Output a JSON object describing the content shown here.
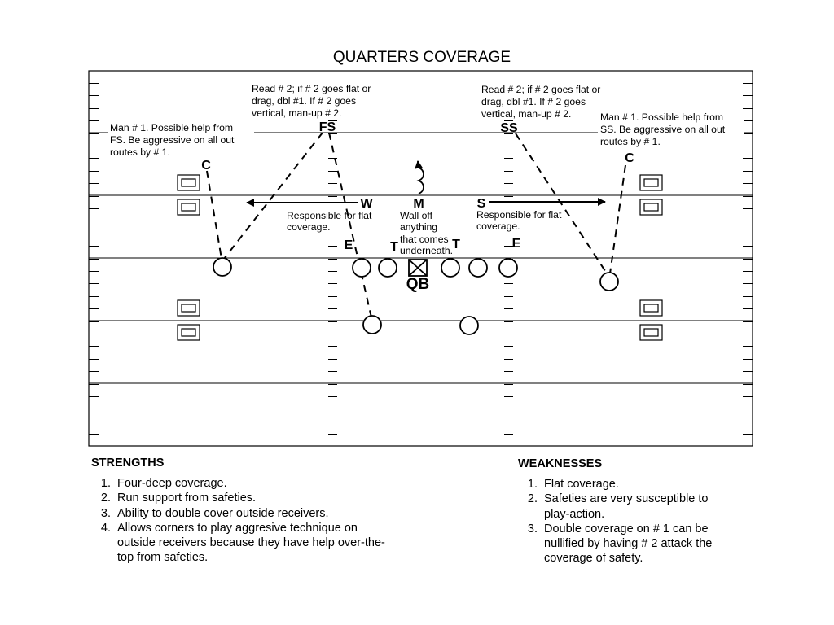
{
  "title": "QUARTERS COVERAGE",
  "notes": {
    "fs_read": [
      "Read # 2; if # 2 goes flat or",
      "drag, dbl #1.  If # 2 goes",
      "vertical, man-up # 2."
    ],
    "ss_read": [
      "Read # 2; if # 2 goes flat or",
      "drag, dbl #1.  If # 2 goes",
      "vertical, man-up # 2."
    ],
    "left_corner": [
      "Man # 1.  Possible help from",
      "FS.  Be aggressive on all out",
      "routes by # 1."
    ],
    "right_corner": [
      "Man # 1.  Possible help from",
      "SS.  Be aggressive on all out",
      "routes by # 1."
    ],
    "w_flat": [
      "Responsible for flat",
      "coverage."
    ],
    "s_flat": [
      "Responsible for flat",
      "coverage."
    ],
    "m_wall": [
      "Wall off",
      "anything",
      "that comes",
      "underneath."
    ]
  },
  "positions": {
    "fs": "FS",
    "ss": "SS",
    "corner_left": "C",
    "corner_right": "C",
    "w": "W",
    "m": "M",
    "s": "S",
    "end_left": "E",
    "end_right": "E",
    "tackle_left": "T",
    "tackle_right": "T",
    "qb": "QB"
  },
  "strengths": {
    "heading": "STRENGTHS",
    "items": [
      "Four-deep coverage.",
      "Run support from safeties.",
      "Ability to double cover outside receivers.",
      "Allows corners to play aggresive technique on outside receivers because they have help over-the-top from safeties."
    ]
  },
  "weaknesses": {
    "heading": "WEAKNESSES",
    "items": [
      "Flat coverage.",
      "Safeties are very susceptible to play-action.",
      "Double coverage on # 1 can be nullified by having # 2 attack the coverage of safety."
    ]
  }
}
